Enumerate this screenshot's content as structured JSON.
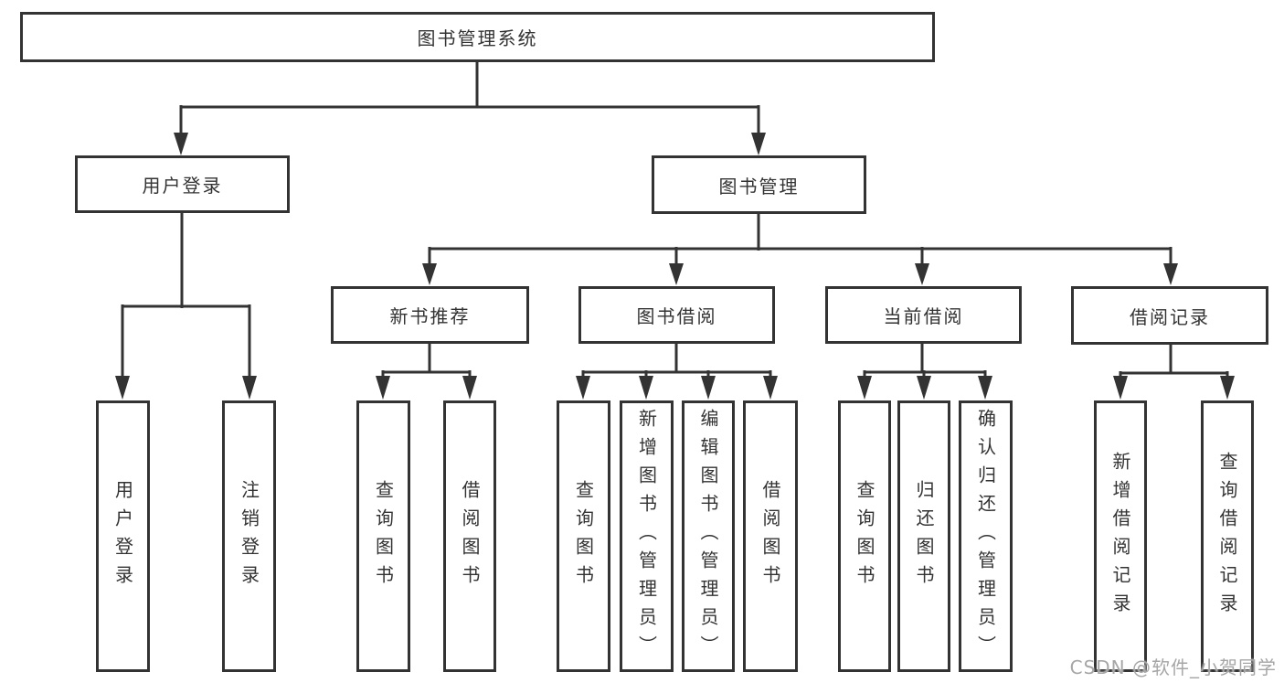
{
  "diagram_title": "图书管理系统",
  "tree": {
    "label": "图书管理系统",
    "children": [
      {
        "label": "用户登录",
        "children": [
          {
            "label": "用户登录"
          },
          {
            "label": "注销登录"
          }
        ]
      },
      {
        "label": "图书管理",
        "children": [
          {
            "label": "新书推荐",
            "children": [
              {
                "label": "查询图书"
              },
              {
                "label": "借阅图书"
              }
            ]
          },
          {
            "label": "图书借阅",
            "children": [
              {
                "label": "查询图书"
              },
              {
                "label": "新增图书（管理员）"
              },
              {
                "label": "编辑图书（管理员）"
              },
              {
                "label": "借阅图书"
              }
            ]
          },
          {
            "label": "当前借阅",
            "children": [
              {
                "label": "查询图书"
              },
              {
                "label": "归还图书"
              },
              {
                "label": "确认归还（管理员）"
              }
            ]
          },
          {
            "label": "借阅记录",
            "children": [
              {
                "label": "新增借阅记录"
              },
              {
                "label": "查询借阅记录"
              }
            ]
          }
        ]
      }
    ]
  },
  "watermark": {
    "text": "CSDN @软件_小贺同学"
  },
  "colors": {
    "line": "#333333",
    "text": "#333333",
    "background": "#ffffff",
    "watermark": "#a6a6a6"
  }
}
